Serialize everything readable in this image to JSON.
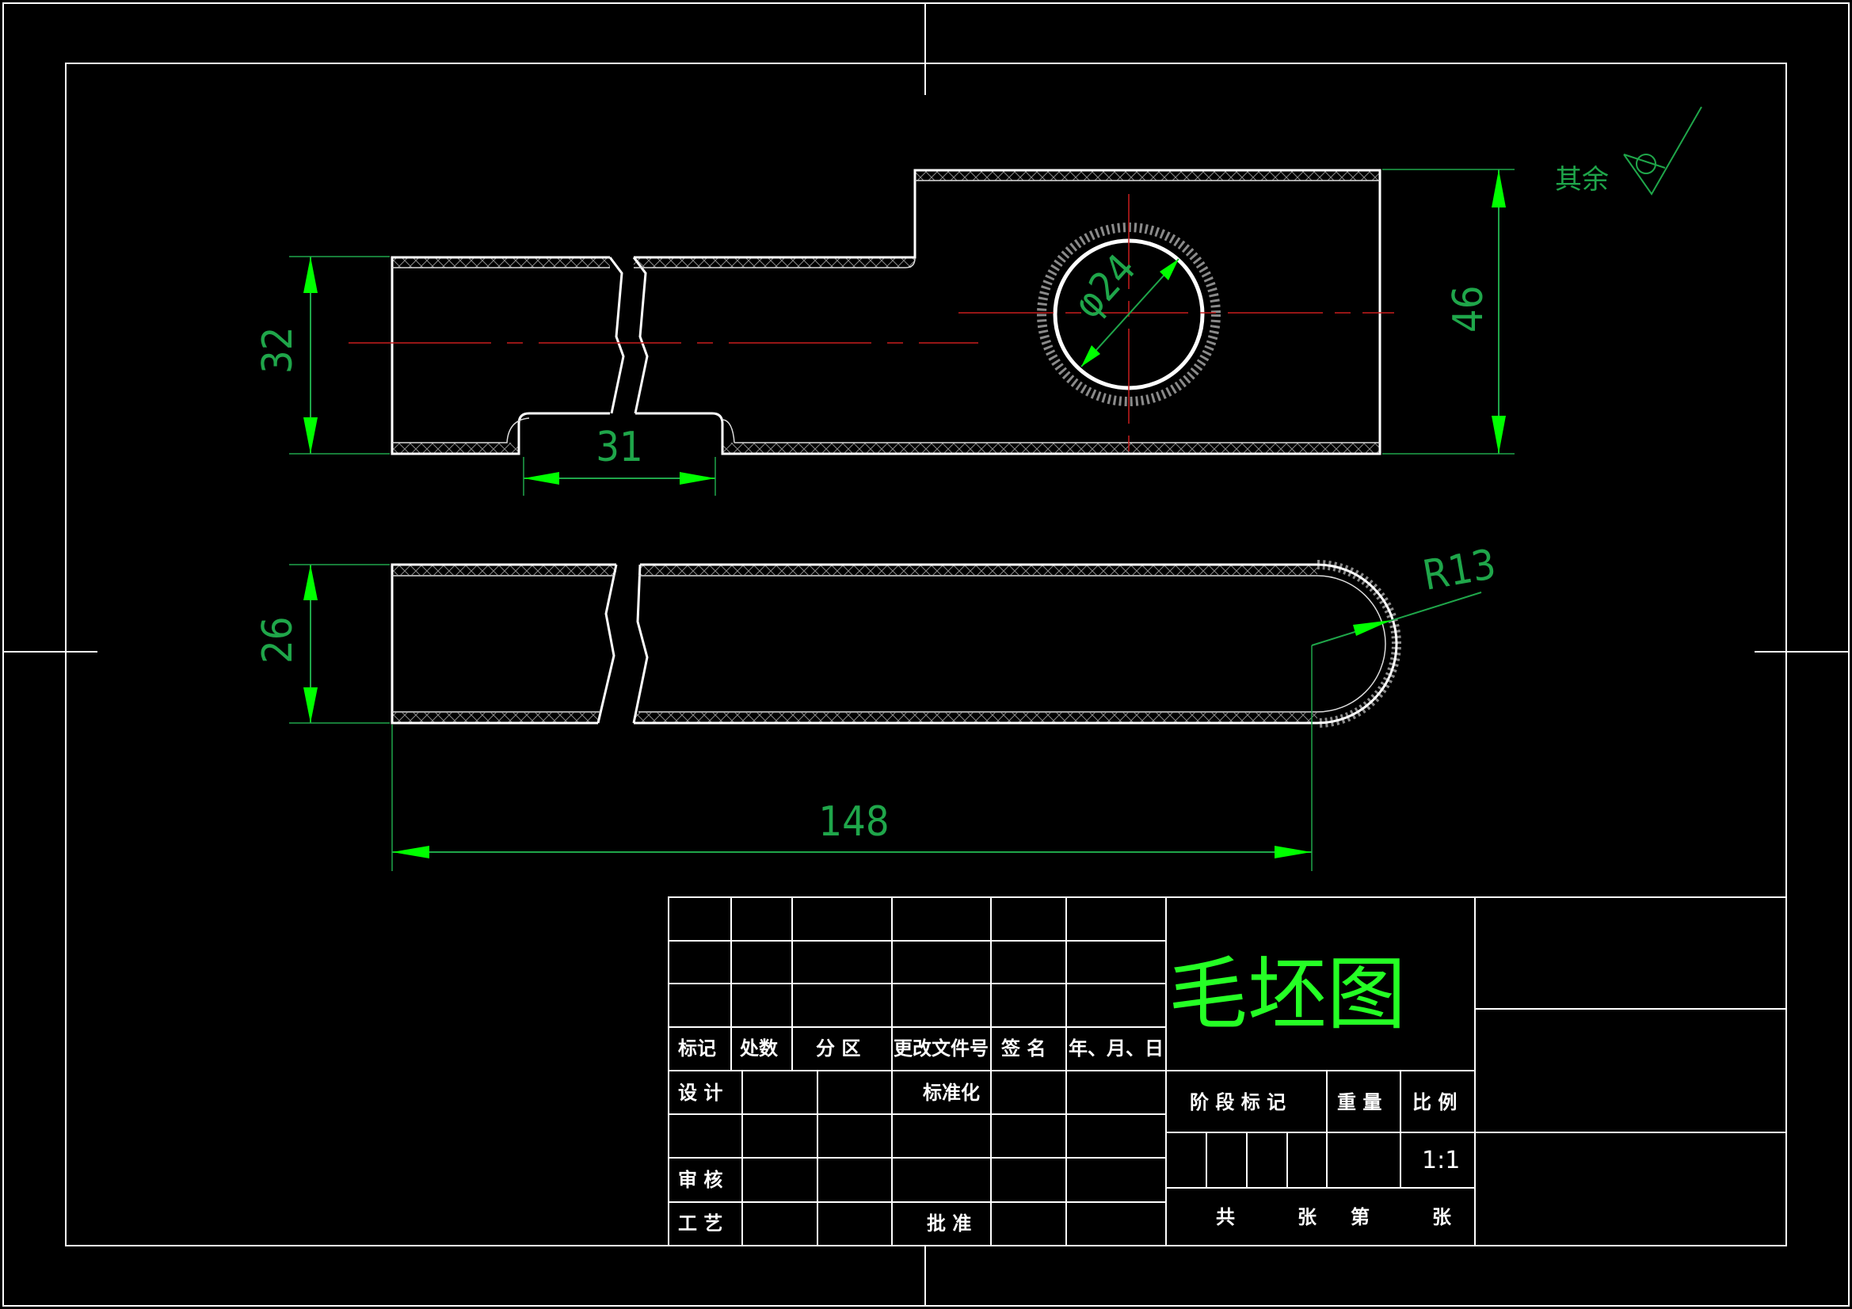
{
  "drawing": {
    "dimensions": {
      "top_height": "32",
      "slot_width": "31",
      "hole_diameter": "φ24",
      "right_height": "46",
      "bottom_height": "26",
      "radius": "R13",
      "overall_length": "148"
    },
    "surface_finish_label": "其余"
  },
  "title_block": {
    "drawing_title": "毛坯图",
    "header_row": [
      "标记",
      "处数",
      "分 区",
      "更改文件号",
      "签 名",
      "年、月、日"
    ],
    "design_label": "设 计",
    "standardize_label": "标准化",
    "review_label": "审 核",
    "process_label": "工 艺",
    "approve_label": "批 准",
    "stage_mark_label": "阶 段 标 记",
    "weight_label": "重 量",
    "scale_label": "比 例",
    "scale_value": "1:1",
    "total_label": "共",
    "sheets_label": "张",
    "page_label": "第",
    "sheet_label": "张"
  },
  "colors": {
    "background": "#000000",
    "outline": "#ffffff",
    "dimension": "#1fa64a",
    "arrow": "#00ff00",
    "centerline": "#c81e1e",
    "title": "#25ff25"
  }
}
